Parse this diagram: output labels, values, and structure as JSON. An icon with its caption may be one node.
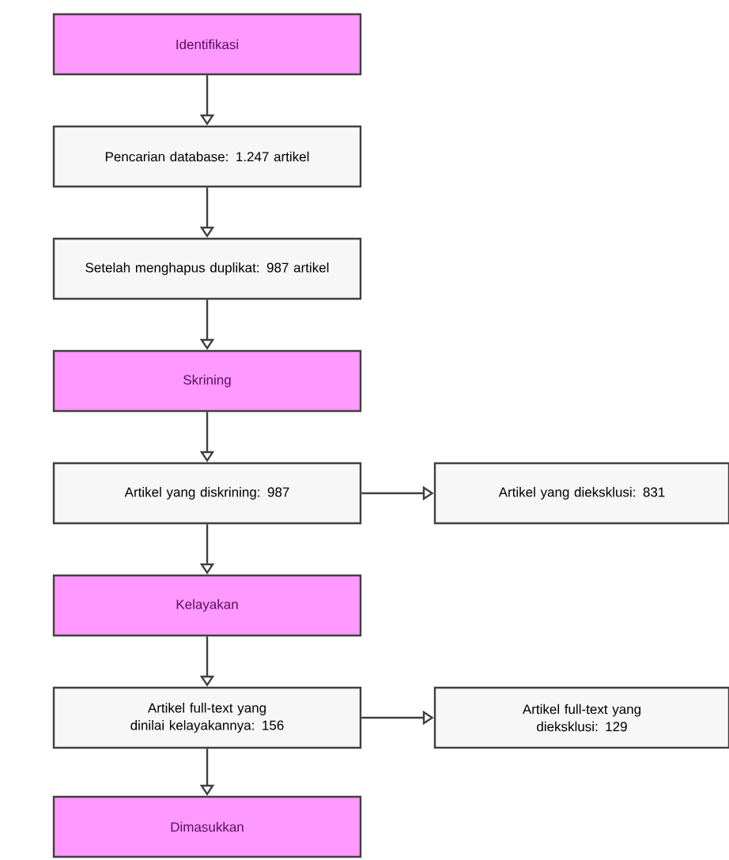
{
  "diagram": {
    "nodes": [
      {
        "text": [
          "Identifikasi"
        ]
      },
      {
        "text": [
          "Pencarian database: 1.247 artikel"
        ]
      },
      {
        "text": [
          "Setelah menghapus duplikat: 987 artikel"
        ]
      },
      {
        "text": [
          "Skrining"
        ]
      },
      {
        "text": [
          "Artikel yang diskrining: 987"
        ]
      },
      {
        "text": [
          "Artikel yang dieksklusi: 831"
        ]
      },
      {
        "text": [
          "Kelayakan"
        ]
      },
      {
        "text": [
          "Artikel full-text yang dinilai kelayakannya: 156"
        ]
      },
      {
        "text": [
          "Artikel full-text yang dieksklusi: 129"
        ]
      },
      {
        "text": [
          "Dimasukkan"
        ]
      }
    ],
    "edges": [
      {
        "from": 0,
        "to": 1,
        "arrow": "to"
      },
      {
        "from": 1,
        "to": 2,
        "arrow": "to"
      },
      {
        "from": 2,
        "to": 3,
        "arrow": "to"
      },
      {
        "from": 3,
        "to": 4,
        "arrow": "to"
      },
      {
        "from": 4,
        "to": 5,
        "arrow": "to"
      },
      {
        "from": 4,
        "to": 6,
        "arrow": "to"
      },
      {
        "from": 6,
        "to": 7,
        "arrow": "to"
      },
      {
        "from": 7,
        "to": 8,
        "arrow": "to"
      },
      {
        "from": 7,
        "to": 9,
        "arrow": "to"
      }
    ]
  }
}
